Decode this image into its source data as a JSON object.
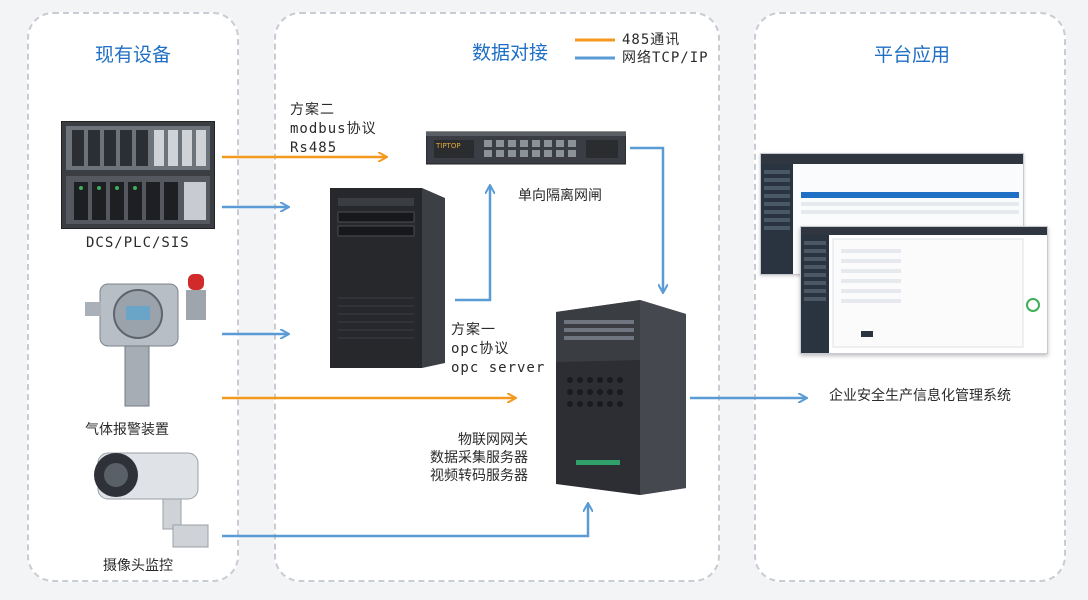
{
  "columns": {
    "left_title": "现有设备",
    "mid_title": "数据对接",
    "right_title": "平台应用"
  },
  "legend": {
    "rs485": "485通讯",
    "tcp": "网络TCP/IP",
    "orange": "#f39a1e",
    "blue": "#5b9bd5"
  },
  "devices": {
    "dcs": "DCS/PLC/SIS",
    "gas": "气体报警装置",
    "camera": "摄像头监控"
  },
  "plans": {
    "plan2_line1": "方案二",
    "plan2_line2": "modbus协议",
    "plan2_line3": "Rs485",
    "plan1_line1": "方案一",
    "plan1_line2": "opc协议",
    "plan1_line3": "opc server"
  },
  "gateway_label": "单向隔离网闸",
  "gateway_brand": "TIPTOP",
  "server_lines": [
    "物联网网关",
    "数据采集服务器",
    "视频转码服务器"
  ],
  "system_label": "企业安全生产信息化管理系统"
}
